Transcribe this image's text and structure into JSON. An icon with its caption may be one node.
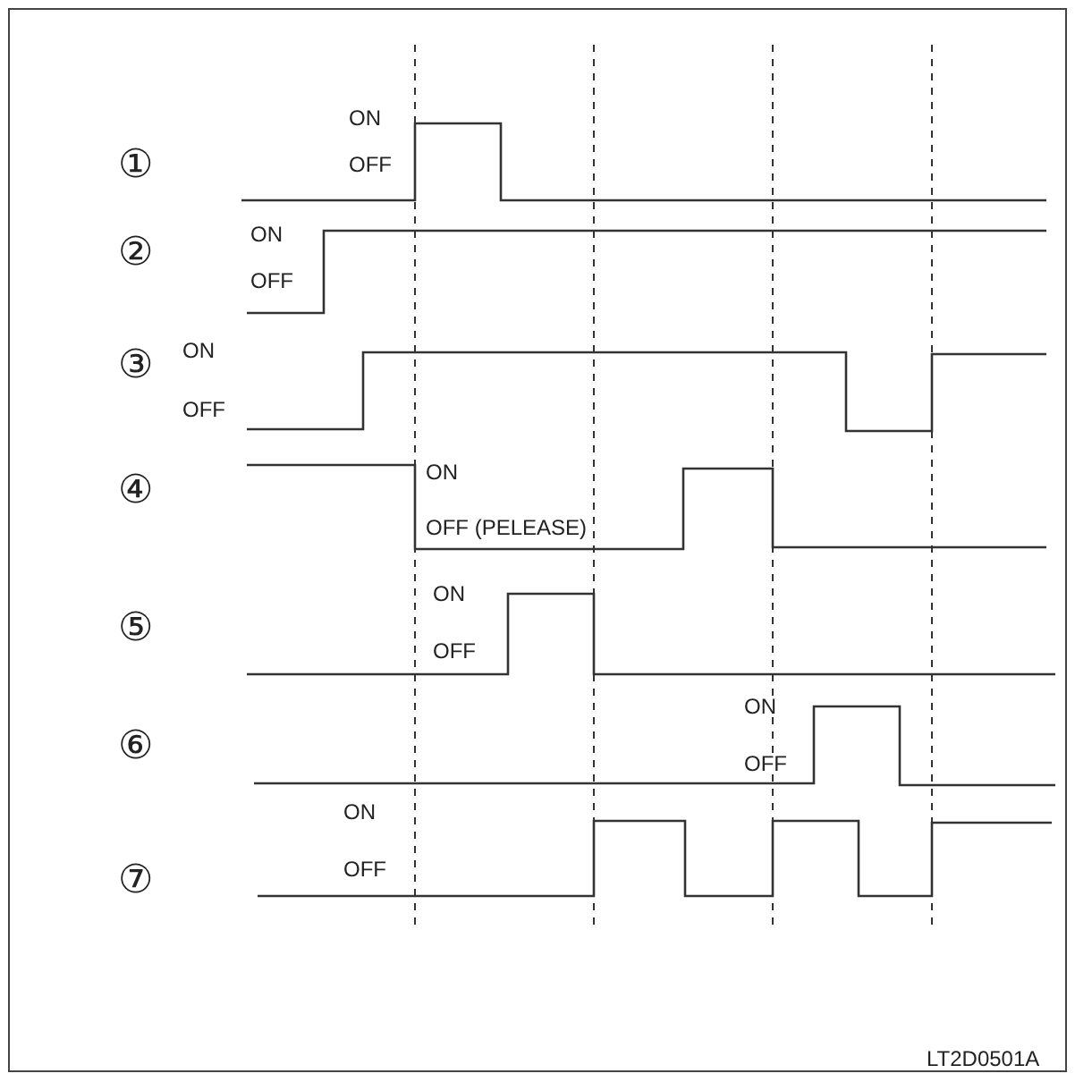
{
  "diagram": {
    "labels": [
      "①",
      "ON",
      "OFF",
      "②",
      "ON",
      "OFF",
      "③",
      "ON",
      "OFF",
      "④",
      "ON",
      "OFF (PELEASE)",
      "⑤",
      "ON",
      "OFF",
      "⑥",
      "ON",
      "OFF",
      "⑦",
      "ON",
      "OFF",
      "LT2D0501A"
    ]
  }
}
